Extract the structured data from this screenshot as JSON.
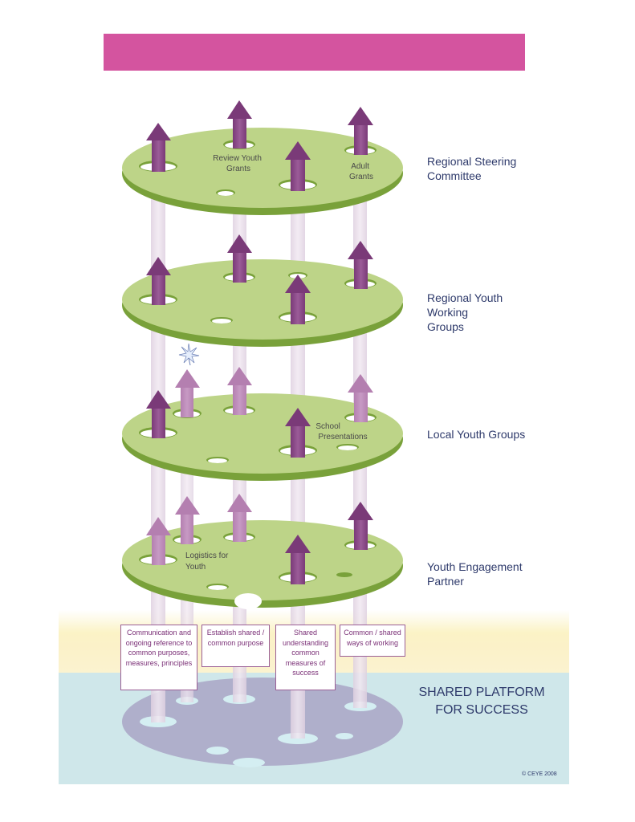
{
  "colors": {
    "banner": "#d4549f",
    "disc": "#bdd488",
    "disc_edge": "#79a13a",
    "arrow": "#8a4a86",
    "pillar": "#e6d6e6",
    "platform": "#a9a5c6",
    "band_top": "#fbf3c6",
    "band_bottom": "#cfe7ea"
  },
  "levels": [
    {
      "label": "Regional Steering Committee"
    },
    {
      "label": "Regional Youth Working Groups"
    },
    {
      "label": "Local Youth Groups"
    },
    {
      "label": "Youth Engagement Partner"
    }
  ],
  "disc_texts": [
    {
      "text_lines": [
        "Review Youth",
        "Grants"
      ]
    },
    {
      "text_lines": [
        "Adult",
        "Grants"
      ]
    },
    {
      "text_lines": [
        "School",
        "Presentations"
      ]
    },
    {
      "text_lines": [
        "Logistics for",
        "Youth"
      ]
    }
  ],
  "foundation_boxes": [
    {
      "text": "Communication and ongoing reference to common purposes, measures, principles"
    },
    {
      "text": "Establish shared / common purpose"
    },
    {
      "text": "Shared understanding common measures of success"
    },
    {
      "text": "Common / shared ways of working"
    }
  ],
  "platform": {
    "line1": "SHARED PLATFORM",
    "line2": "FOR SUCCESS"
  },
  "copyright": "© CEYE 2008",
  "icons": [
    "star-burst-icon"
  ]
}
